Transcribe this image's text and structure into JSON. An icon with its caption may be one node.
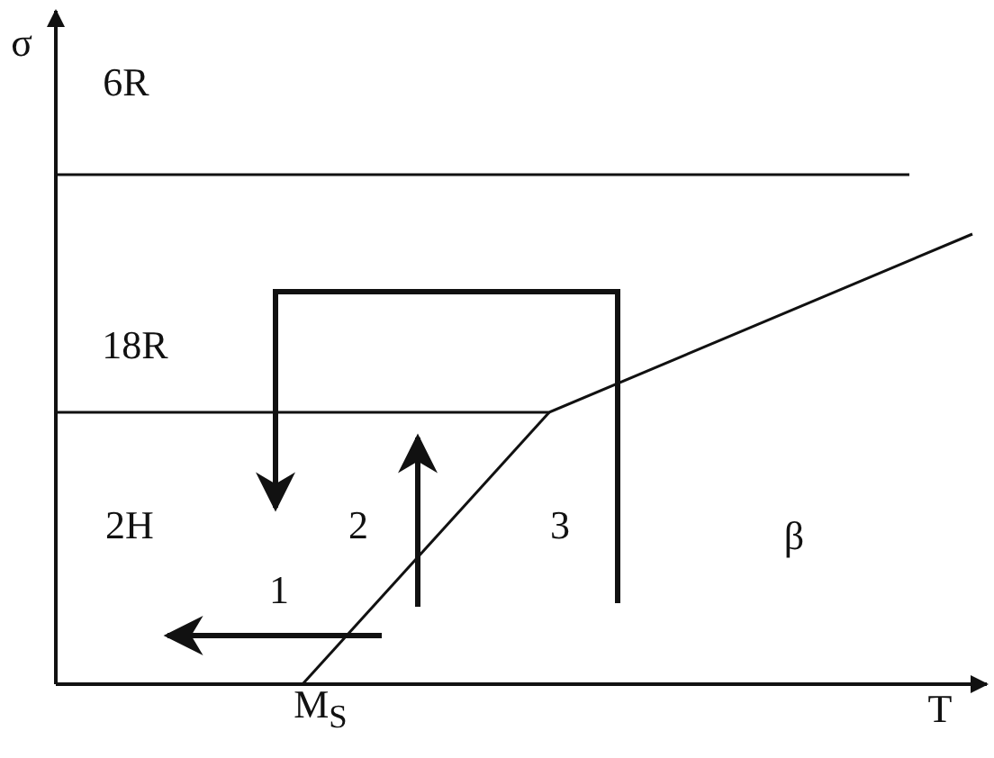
{
  "diagram": {
    "labels": [
      "σ",
      "6R",
      "18R",
      "2H",
      "2",
      "3",
      "β",
      "1",
      "M$_{S}$",
      "T"
    ]
  }
}
